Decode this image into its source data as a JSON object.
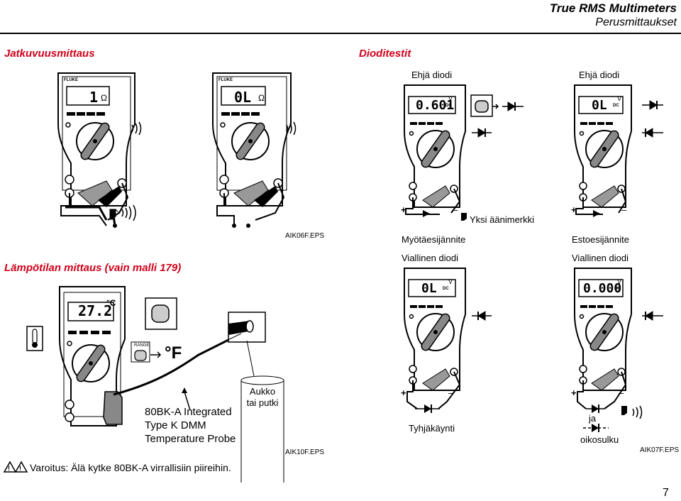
{
  "header": {
    "title": "True RMS Multimeters",
    "subtitle": "Perusmittaukset"
  },
  "sections": {
    "continuity": "Jatkuvuusmittaus",
    "diode": "Dioditestit",
    "temperature": "Lämpötilan mittaus (vain malli 179)"
  },
  "continuity": {
    "meter1_display": "1",
    "meter1_unit": "Ω",
    "meter2_display": "0L",
    "meter2_unit": "Ω",
    "figure_id": "AIK06F.EPS"
  },
  "diode": {
    "good_label_1": "Ehjä diodi",
    "good_label_2": "Ehjä diodi",
    "bad_label_1": "Viallinen diodi",
    "bad_label_2": "Viallinen diodi",
    "forward_bias": "Myötäesijännite",
    "reverse_bias": "Estoesijännite",
    "single_beep": "Yksi äänimerkki",
    "open": "Tyhjäkäynti",
    "and": "ja",
    "short": "oikosulku",
    "figure_id": "AIK07F.EPS",
    "meter1_display": "0.601",
    "meter1_unit": "V",
    "meter1_unit2": "DC",
    "meter2_display": "0L",
    "meter2_unit": "V",
    "meter2_unit2": "DC",
    "meter3_display": "0L",
    "meter3_unit": "V",
    "meter3_unit2": "DC",
    "meter4_display": "0.000",
    "meter4_unit": "V",
    "meter4_unit2": "DC",
    "plus": "+",
    "minus": "–"
  },
  "temperature": {
    "display": "27.2",
    "unit": "°C",
    "range_label": "RANGE",
    "f_label": "°F",
    "probe_label": "80BK-A Integrated Type K DMM Temperature Probe",
    "gap_label": "Aukko tai putki",
    "figure_id": "AIK10F.EPS",
    "warning": "Varoitus: Älä kytke 80BK-A virrallisiin piireihin."
  },
  "brand": "FLUKE",
  "page_number": "7"
}
